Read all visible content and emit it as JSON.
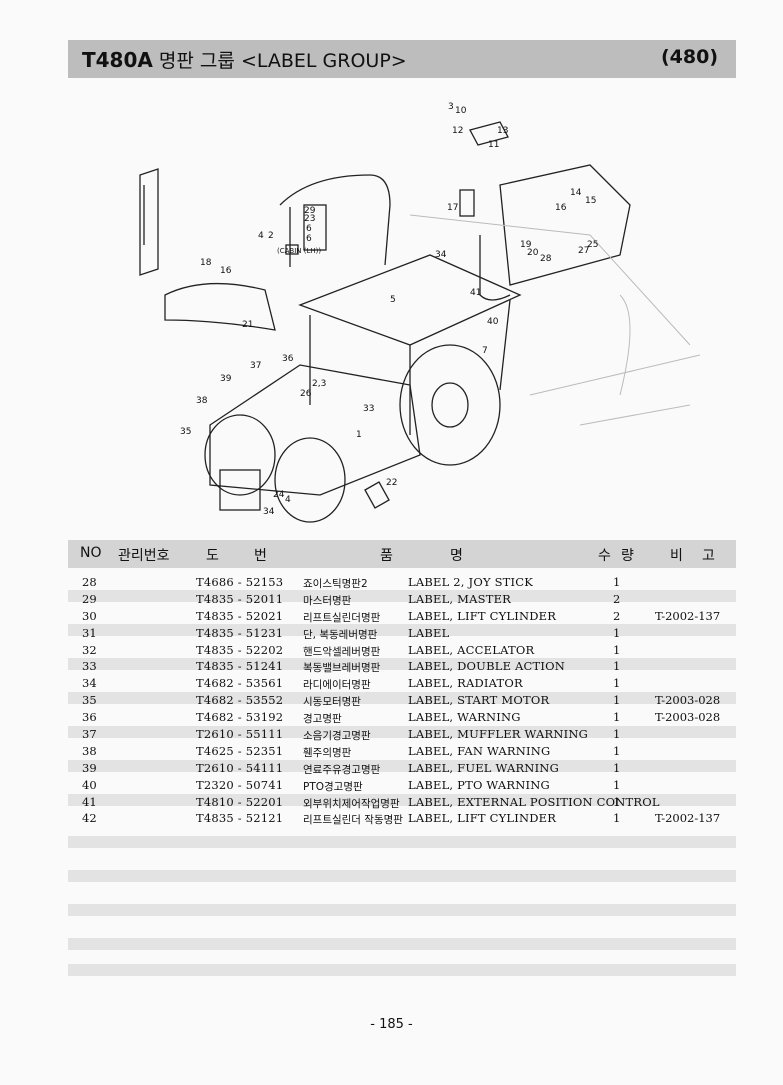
{
  "header": {
    "model": "T480A",
    "title_kr": "명판 그룹",
    "title_en": "<LABEL GROUP>",
    "group_number": "(480)"
  },
  "diagram": {
    "cabin_note": "(CABIN (LH))",
    "callouts": [
      "3",
      "10",
      "12",
      "13",
      "11",
      "17",
      "14",
      "15",
      "16",
      "19",
      "20",
      "28",
      "25",
      "27",
      "29",
      "23",
      "6",
      "6",
      "4",
      "2",
      "18",
      "16",
      "21",
      "34",
      "41",
      "40",
      "5",
      "7",
      "37",
      "36",
      "39",
      "2,3",
      "26",
      "38",
      "33",
      "35",
      "1",
      "22",
      "24",
      "34",
      "4"
    ]
  },
  "table": {
    "headers": {
      "no": "NO",
      "mgmt": "관리번호",
      "drawing_1": "도",
      "drawing_2": "번",
      "item_1": "품",
      "item_2": "명",
      "qty_1": "수",
      "qty_2": "량",
      "remark_1": "비",
      "remark_2": "고"
    },
    "rows": [
      {
        "no": "28",
        "code": "T4686 - 52153",
        "kr": "죠이스틱명판2",
        "en": "LABEL 2, JOY STICK",
        "qty": "1",
        "remark": ""
      },
      {
        "no": "29",
        "code": "T4835 - 52011",
        "kr": "마스터명판",
        "en": "LABEL, MASTER",
        "qty": "2",
        "remark": ""
      },
      {
        "no": "30",
        "code": "T4835 - 52021",
        "kr": "리프트실린더명판",
        "en": "LABEL, LIFT CYLINDER",
        "qty": "2",
        "remark": "T-2002-137"
      },
      {
        "no": "31",
        "code": "T4835 - 51231",
        "kr": "단, 복동레버명판",
        "en": "LABEL",
        "qty": "1",
        "remark": ""
      },
      {
        "no": "32",
        "code": "T4835 - 52202",
        "kr": "핸드악셀레버명판",
        "en": "LABEL, ACCELATOR",
        "qty": "1",
        "remark": ""
      },
      {
        "no": "33",
        "code": "T4835 - 51241",
        "kr": "복동밸브레버명판",
        "en": "LABEL, DOUBLE ACTION",
        "qty": "1",
        "remark": ""
      },
      {
        "no": "34",
        "code": "T4682 - 53561",
        "kr": "라디에이터명판",
        "en": "LABEL, RADIATOR",
        "qty": "1",
        "remark": ""
      },
      {
        "no": "35",
        "code": "T4682 - 53552",
        "kr": "시동모터명판",
        "en": "LABEL, START MOTOR",
        "qty": "1",
        "remark": "T-2003-028"
      },
      {
        "no": "36",
        "code": "T4682 - 53192",
        "kr": "경고명판",
        "en": "LABEL, WARNING",
        "qty": "1",
        "remark": "T-2003-028"
      },
      {
        "no": "37",
        "code": "T2610 - 55111",
        "kr": "소음기경고명판",
        "en": "LABEL, MUFFLER WARNING",
        "qty": "1",
        "remark": ""
      },
      {
        "no": "38",
        "code": "T4625 - 52351",
        "kr": "휀주의명판",
        "en": "LABEL, FAN WARNING",
        "qty": "1",
        "remark": ""
      },
      {
        "no": "39",
        "code": "T2610 - 54111",
        "kr": "연료주유경고명판",
        "en": "LABEL, FUEL WARNING",
        "qty": "1",
        "remark": ""
      },
      {
        "no": "40",
        "code": "T2320 - 50741",
        "kr": "PTO경고명판",
        "en": "LABEL, PTO WARNING",
        "qty": "1",
        "remark": ""
      },
      {
        "no": "41",
        "code": "T4810 - 52201",
        "kr": "외부위치제어작업명판",
        "en": "LABEL, EXTERNAL POSITION CONTROL",
        "qty": "1",
        "remark": ""
      },
      {
        "no": "42",
        "code": "T4835 - 52121",
        "kr": "리프트실린더 작동명판",
        "en": "LABEL, LIFT CYLINDER",
        "qty": "1",
        "remark": "T-2002-137"
      }
    ]
  },
  "page_number": "- 185 -"
}
